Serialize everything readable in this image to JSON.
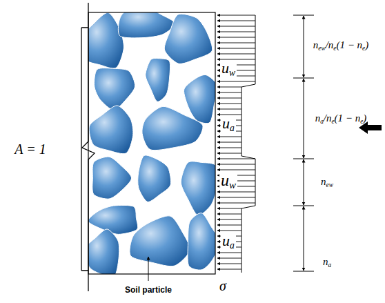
{
  "diagram": {
    "labels": [
      "A = 1",
      "uw",
      "ua",
      "uw",
      "ua",
      "new/ne(1 − ne)",
      "na/ne(1 − ne)",
      "new",
      "na",
      "Soil particle",
      "σ"
    ]
  }
}
